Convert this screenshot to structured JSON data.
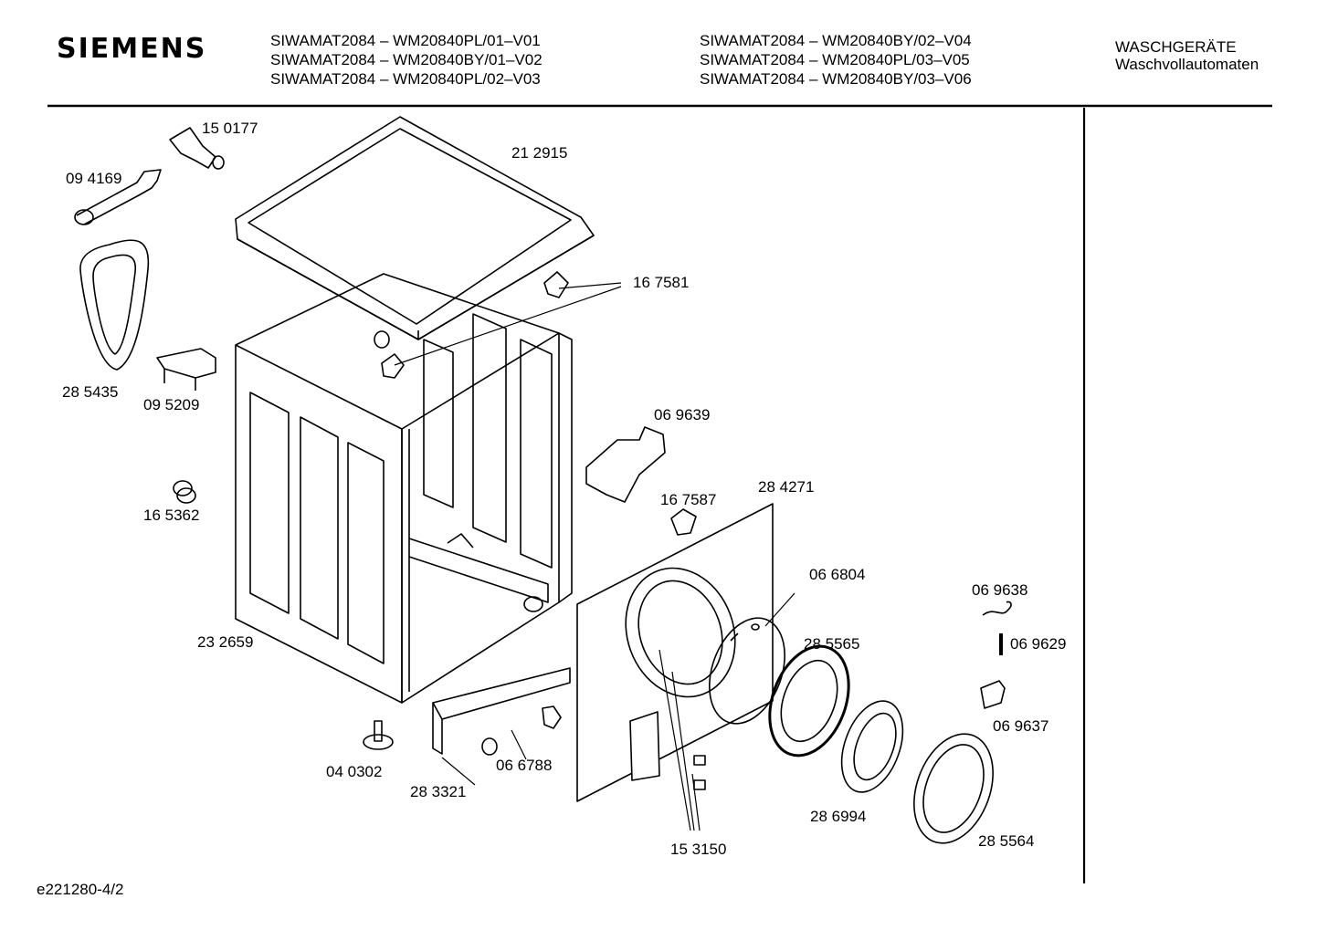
{
  "header": {
    "brand": "SIEMENS",
    "models_left": [
      "SIWAMAT2084 – WM20840PL/01–V01",
      "SIWAMAT2084 – WM20840BY/01–V02",
      "SIWAMAT2084 – WM20840PL/02–V03"
    ],
    "models_right": [
      "SIWAMAT2084 – WM20840BY/02–V04",
      "SIWAMAT2084 – WM20840PL/03–V05",
      "SIWAMAT2084 – WM20840BY/03–V06"
    ],
    "category": "WASCHGERÄTE",
    "subcategory": "Waschvollautomaten"
  },
  "parts": [
    "15 0177",
    "21 2915",
    "09 4169",
    "16 7581",
    "28 5435",
    "09 5209",
    "06 9639",
    "16 5362",
    "16 7587",
    "28 4271",
    "06 6804",
    "06 9638",
    "28 5565",
    "06 9629",
    "23 2659",
    "06 9637",
    "04 0302",
    "06 6788",
    "28 3321",
    "28 6994",
    "28 5564",
    "15 3150"
  ],
  "footer": {
    "drawing_id": "e221280-4/2"
  }
}
